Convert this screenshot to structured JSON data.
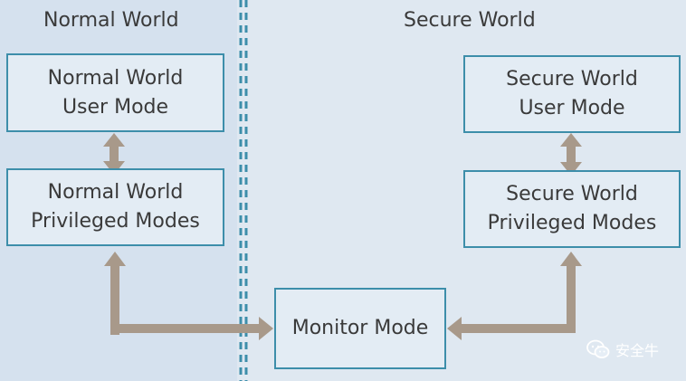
{
  "normal_world": {
    "title": "Normal World",
    "user_mode": {
      "line1": "Normal World",
      "line2": "User Mode"
    },
    "privileged_modes": {
      "line1": "Normal World",
      "line2": "Privileged Modes"
    }
  },
  "secure_world": {
    "title": "Secure World",
    "user_mode": {
      "line1": "Secure World",
      "line2": "User Mode"
    },
    "privileged_modes": {
      "line1": "Secure World",
      "line2": "Privileged Modes"
    }
  },
  "monitor_mode": {
    "label": "Monitor Mode"
  },
  "watermark": {
    "text": "安全牛",
    "icon": "wechat-icon"
  },
  "colors": {
    "box_border": "#3d8eaa",
    "arrow": "#a8998a",
    "divider": "#3d8eaa"
  }
}
